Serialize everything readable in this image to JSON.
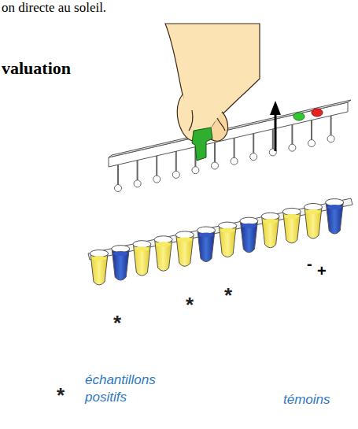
{
  "diagram": {
    "labels": [
      "on directe au soleil.",
      "valuation",
      "*",
      "*",
      "*",
      "*",
      "échantillons positifs",
      "témoins",
      "-",
      "+"
    ]
  }
}
